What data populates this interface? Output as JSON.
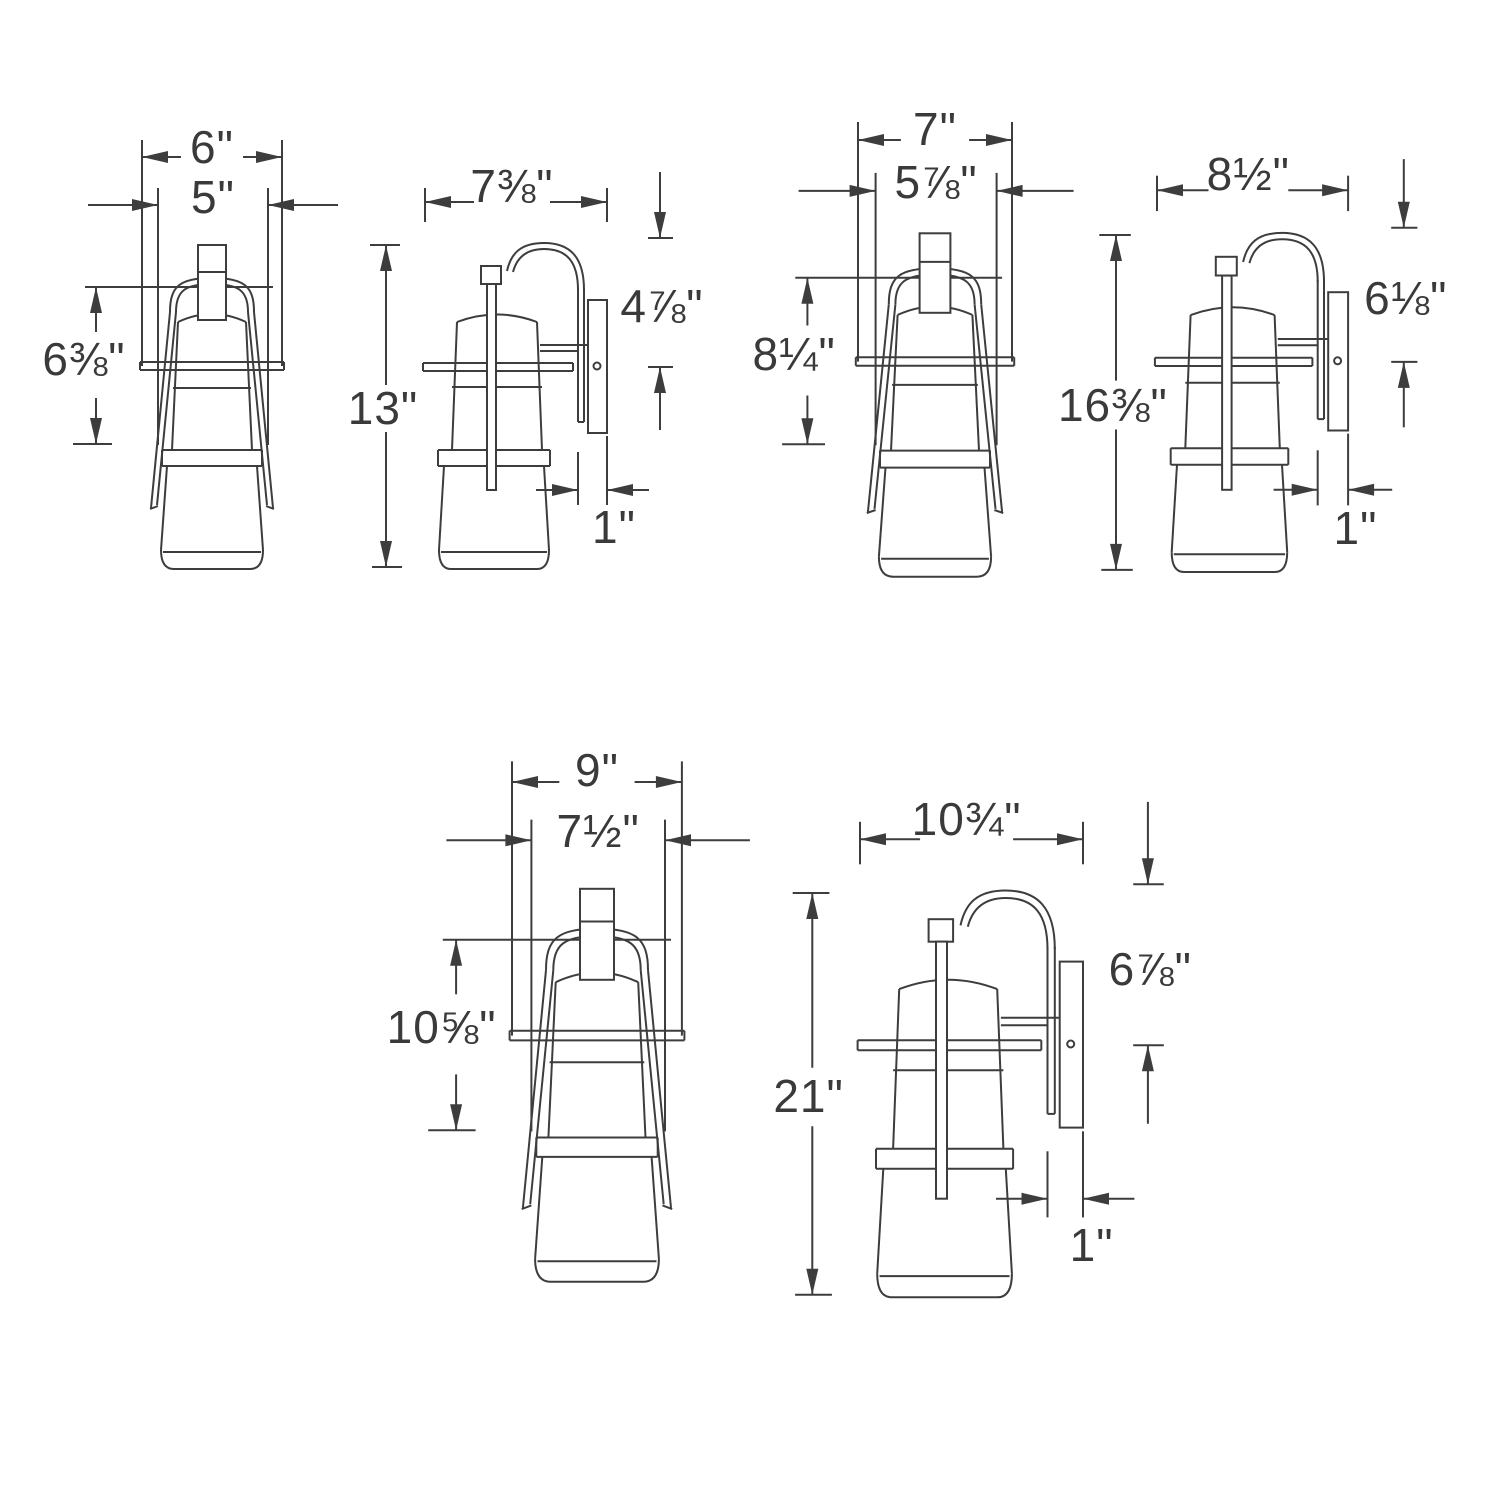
{
  "page": {
    "background": "#ffffff",
    "line_color": "#3d3d3d",
    "text_color": "#3a3a3a"
  },
  "figures": [
    {
      "front": {
        "outer_width": "6\"",
        "inner_width": "5\"",
        "glass_height": "6⅜\""
      },
      "side": {
        "overall_width": "7⅜\"",
        "overall_height": "13\"",
        "top_to_mount": "4⅞\"",
        "backplate_depth": "1\""
      }
    },
    {
      "front": {
        "outer_width": "7\"",
        "inner_width": "5⅞\"",
        "glass_height": "8¼\""
      },
      "side": {
        "overall_width": "8½\"",
        "overall_height": "16⅜\"",
        "top_to_mount": "6⅛\"",
        "backplate_depth": "1\""
      }
    },
    {
      "front": {
        "outer_width": "9\"",
        "inner_width": "7½\"",
        "glass_height": "10⅝\""
      },
      "side": {
        "overall_width": "10¾\"",
        "overall_height": "21\"",
        "top_to_mount": "6⅞\"",
        "backplate_depth": "1\""
      }
    }
  ]
}
